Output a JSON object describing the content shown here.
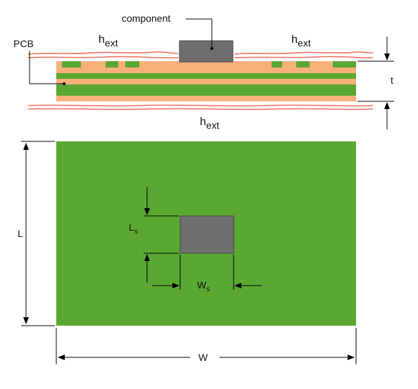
{
  "labels": {
    "component": "component",
    "pcb": "PCB",
    "h_ext": {
      "base": "h",
      "sub": "ext"
    },
    "t": "t",
    "L": "L",
    "W": "W",
    "Ls": {
      "base": "L",
      "sub": "s"
    },
    "Ws": {
      "base": "W",
      "sub": "s"
    }
  },
  "colors": {
    "board_green": "#5aa832",
    "copper_orange": "#f7b07a",
    "component_gray": "#6e6e6e",
    "h_ext_red": "#f26b5b",
    "line": "#000000"
  }
}
